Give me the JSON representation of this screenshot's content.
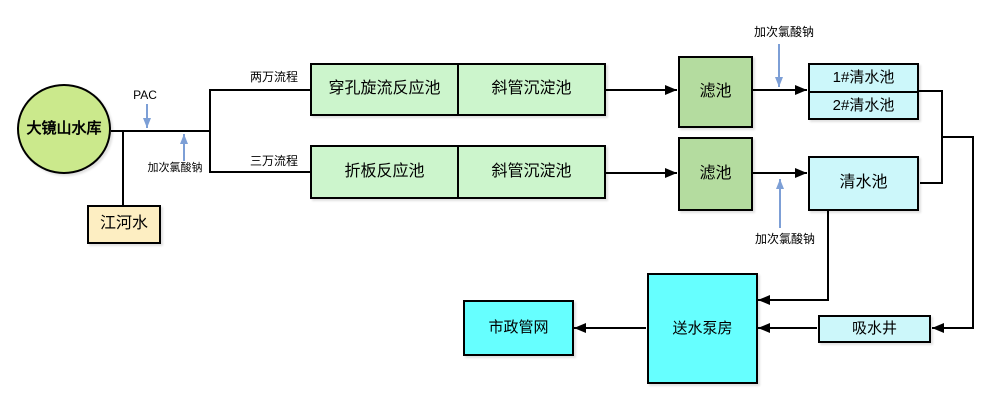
{
  "diagram_type": "water-treatment-process-flow",
  "nodes": {
    "reservoir": "大镜山水库",
    "river": "江河水",
    "reaction_top": "穿孔旋流反应池",
    "sedimentation_top": "斜管沉淀池",
    "reaction_bottom": "折板反应池",
    "sedimentation_bottom": "斜管沉淀池",
    "filter_top": "滤池",
    "filter_bottom": "滤池",
    "clearwater_tank_1": "1#清水池",
    "clearwater_tank_2": "2#清水池",
    "clearwater_tank": "清水池",
    "suction_well": "吸水井",
    "pump_station": "送水泵房",
    "municipal_network": "市政管网"
  },
  "annotations": {
    "pac": "PAC",
    "dosing_left": "加次氯酸钠",
    "dosing_top": "加次氯酸钠",
    "dosing_middle": "加次氯酸钠",
    "flow_line_20k": "两万流程",
    "flow_line_30k": "三万流程"
  },
  "colors": {
    "reservoir_fill": "#cbe98c",
    "river_fill": "#fdeec2",
    "process_fill": "#ccf5cc",
    "filter_fill": "#b4dc9f",
    "clearwater_fill": "#ccf7fa",
    "pump_fill": "#66ffff",
    "line": "#000000",
    "dosing_arrow": "#7d9fd6"
  }
}
